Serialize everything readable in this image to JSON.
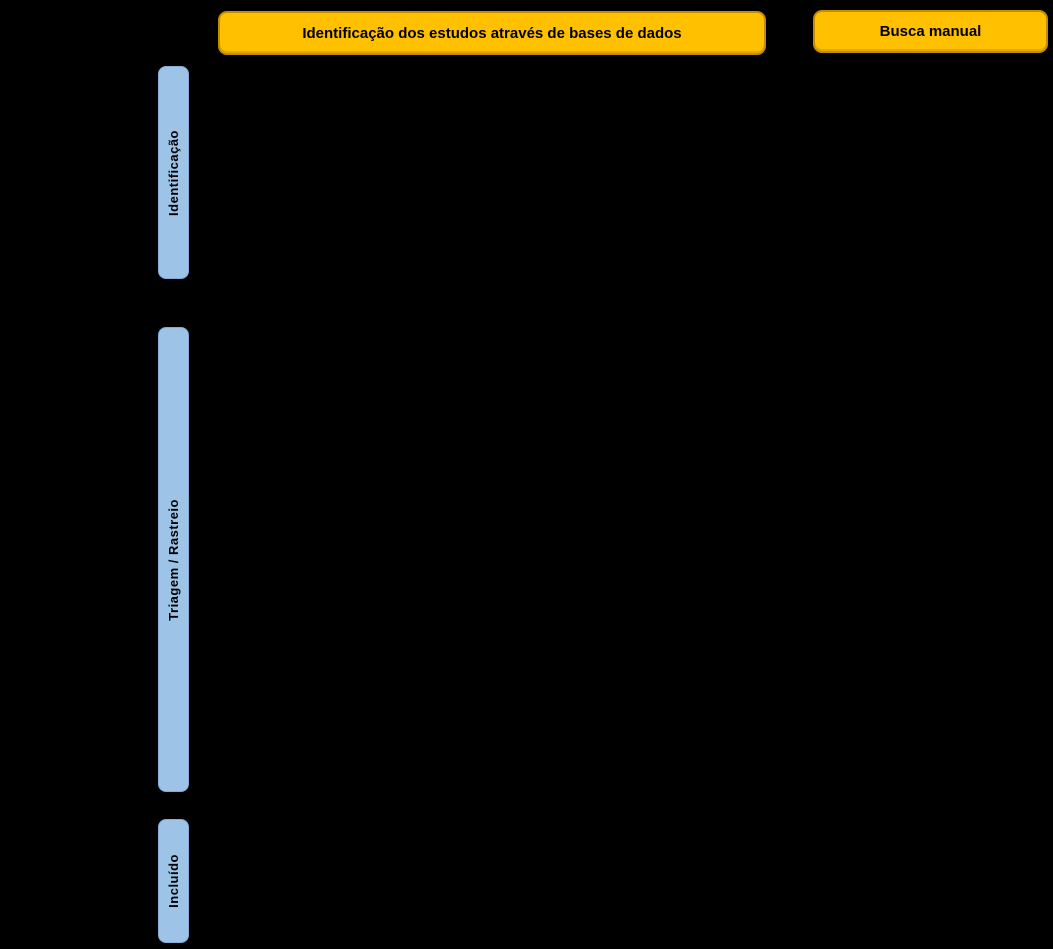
{
  "header_boxes": [
    {
      "label": "Identificação dos estudos através de bases de dados"
    },
    {
      "label": "Busca manual"
    }
  ],
  "stage_bars": [
    {
      "label": "Identificação"
    },
    {
      "label": "Triagem / Rastreio"
    },
    {
      "label": "Incluído"
    }
  ],
  "colors": {
    "background": "#000000",
    "header_fill": "#FFC000",
    "header_border": "#C28E00",
    "stage_fill": "#9DC3E6",
    "stage_border": "#85ABD6",
    "text": "#000000"
  }
}
